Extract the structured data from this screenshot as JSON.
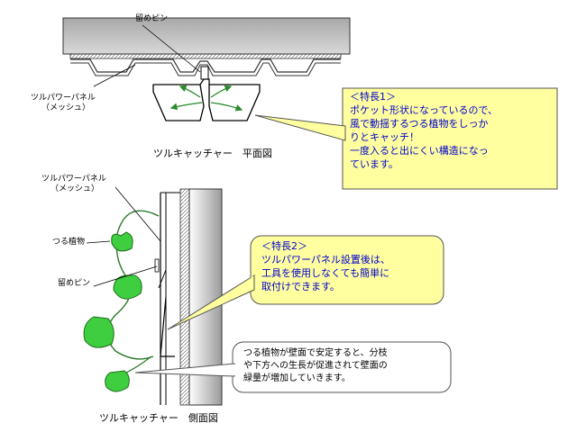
{
  "labels": {
    "pin_top": "留めピン",
    "panel_top_line1": "ツルパワーパネル",
    "panel_top_line2": "（メッシュ）",
    "panel_side_line1": "ツルパワーパネル",
    "panel_side_line2": "（メッシュ）",
    "vine": "つる植物",
    "pin_side": "留めピン"
  },
  "captions": {
    "plan": "ツルキャッチャー　平面図",
    "side": "ツルキャッチャー　側面図"
  },
  "feature1": {
    "heading": "＜特長1＞",
    "lines": [
      "ポケット形状になっているので、",
      "風で動揺するつる植物をしっか",
      "りとキャッチ！",
      "一度入ると出にくい構造になっ",
      "ています。"
    ]
  },
  "feature2": {
    "heading": "＜特長2＞",
    "lines": [
      "ツルパワーパネル設置後は、",
      "工具を使用しなくても簡単に",
      "取付けできます。"
    ]
  },
  "note": {
    "lines": [
      "つる植物が壁面で安定すると、分枝",
      "や下方への生長が促進されて壁面の",
      "緑量が増加していきます。"
    ]
  },
  "colors": {
    "callout_fill": "#ffffa0",
    "text_blue": "#0000cc",
    "leaf_green": "#33cc33",
    "wall_gray": "#c8c8c8"
  }
}
